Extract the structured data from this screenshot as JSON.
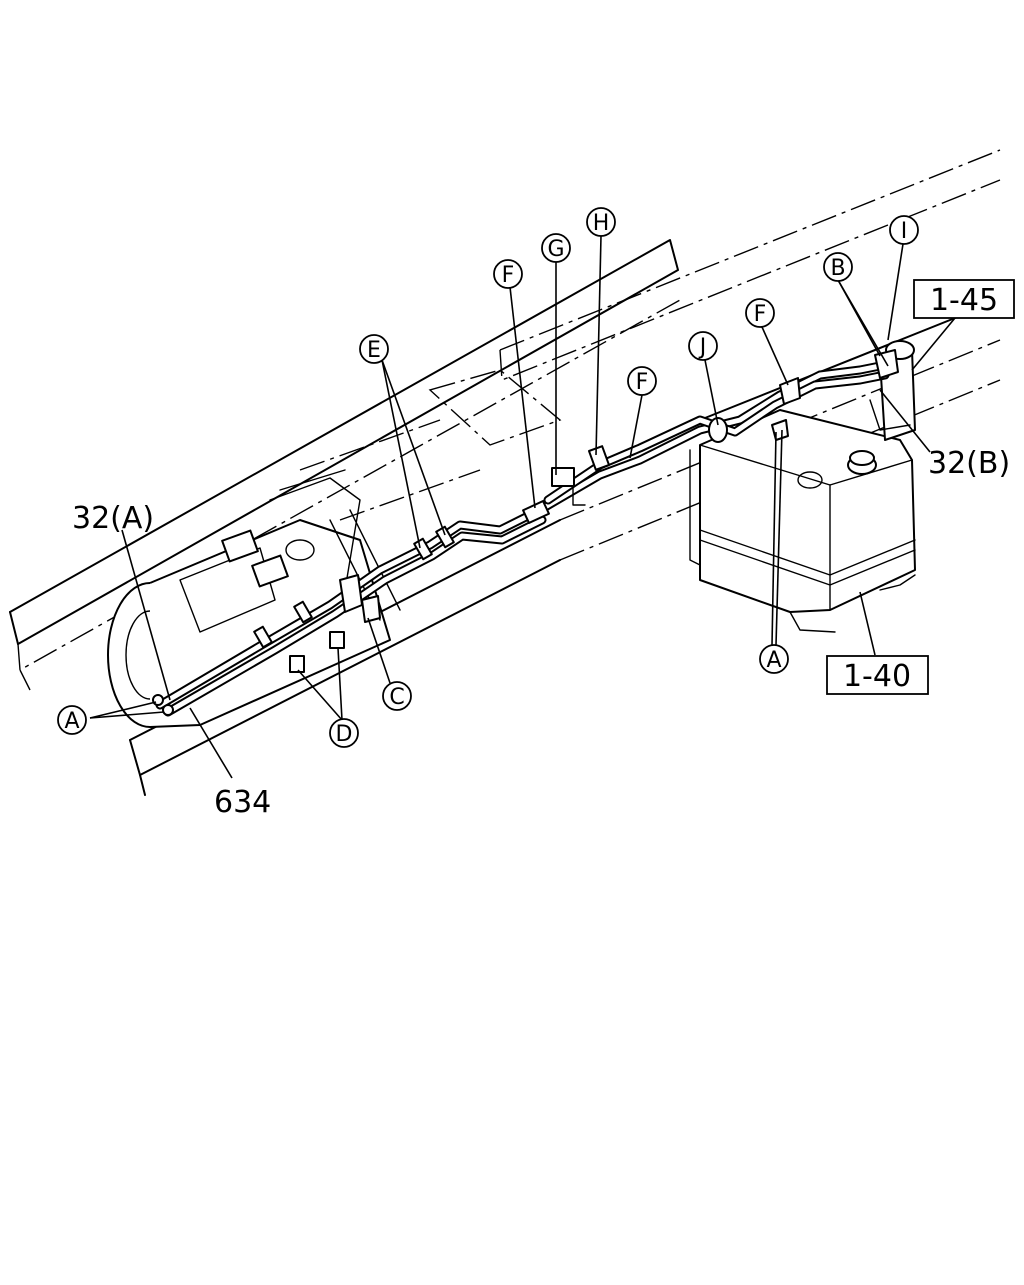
{
  "diagram": {
    "callouts": [
      "A",
      "B",
      "C",
      "D",
      "E",
      "F",
      "G",
      "H",
      "I",
      "J"
    ],
    "labels": {
      "part_32a": "32(A)",
      "part_32b": "32(B)",
      "part_634": "634",
      "ref_1_45": "1-45",
      "ref_1_40": "1-40"
    }
  }
}
